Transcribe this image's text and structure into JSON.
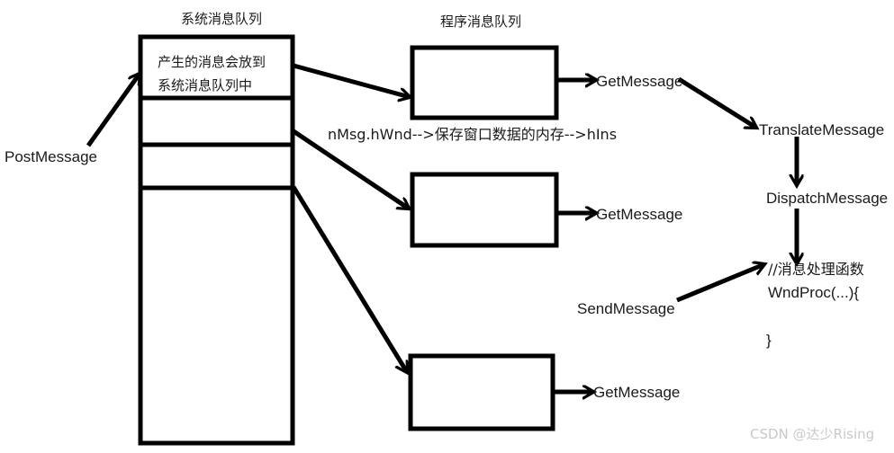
{
  "diagram": {
    "title_system_queue": "系统消息队列",
    "title_program_queue": "程序消息队列",
    "stroke_color": "#000000",
    "text_color": "#1a1a1a",
    "background_color": "#ffffff"
  },
  "system_queue": {
    "label": "系统消息队列",
    "cell_text_line1": "产生的消息会放到",
    "cell_text_line2": "系统消息队列中",
    "cells": 4
  },
  "program_queues": [
    {
      "label": "程序消息队列",
      "output": "GetMessage"
    },
    {
      "label": "",
      "output": "GetMessage"
    },
    {
      "label": "",
      "output": "GetMessage"
    }
  ],
  "annotations": {
    "mapping_note": "nMsg.hWnd-->保存窗口数据的内存-->hIns",
    "post_message": "PostMessage",
    "send_message": "SendMessage"
  },
  "message_loop": {
    "translate": "TranslateMessage",
    "dispatch": "DispatchMessage",
    "wndproc_comment": "//消息处理函数",
    "wndproc_signature": "WndProc(...){",
    "wndproc_close": "}"
  },
  "watermark": {
    "text": "CSDN @达少Rising"
  }
}
